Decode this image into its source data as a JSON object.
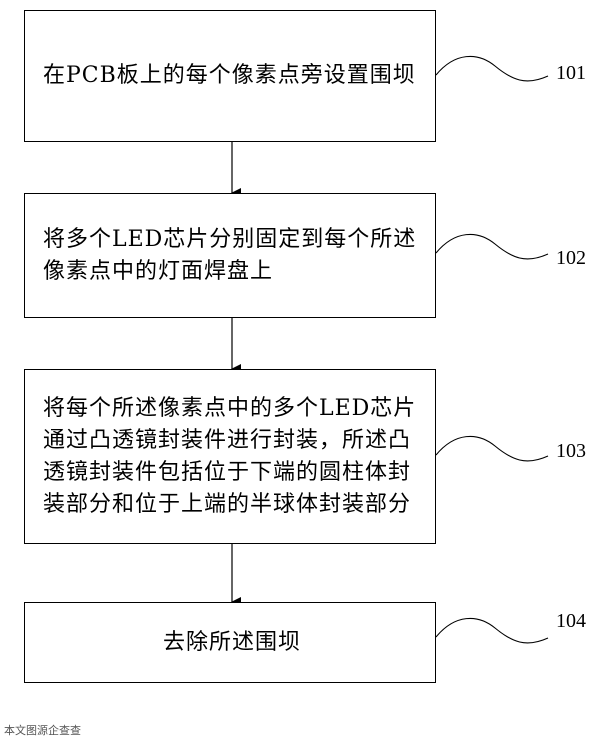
{
  "steps": [
    {
      "label": "101",
      "text": "在PCB板上的每个像素点旁设置围坝"
    },
    {
      "label": "102",
      "text": "将多个LED芯片分别固定到每个所述像素点中的灯面焊盘上"
    },
    {
      "label": "103",
      "text": "将每个所述像素点中的多个LED芯片通过凸透镜封装件进行封装，所述凸透镜封装件包括位于下端的圆柱体封装部分和位于上端的半球体封装部分"
    },
    {
      "label": "104",
      "text": "去除所述围坝"
    }
  ],
  "watermark": "本文图源企查查"
}
